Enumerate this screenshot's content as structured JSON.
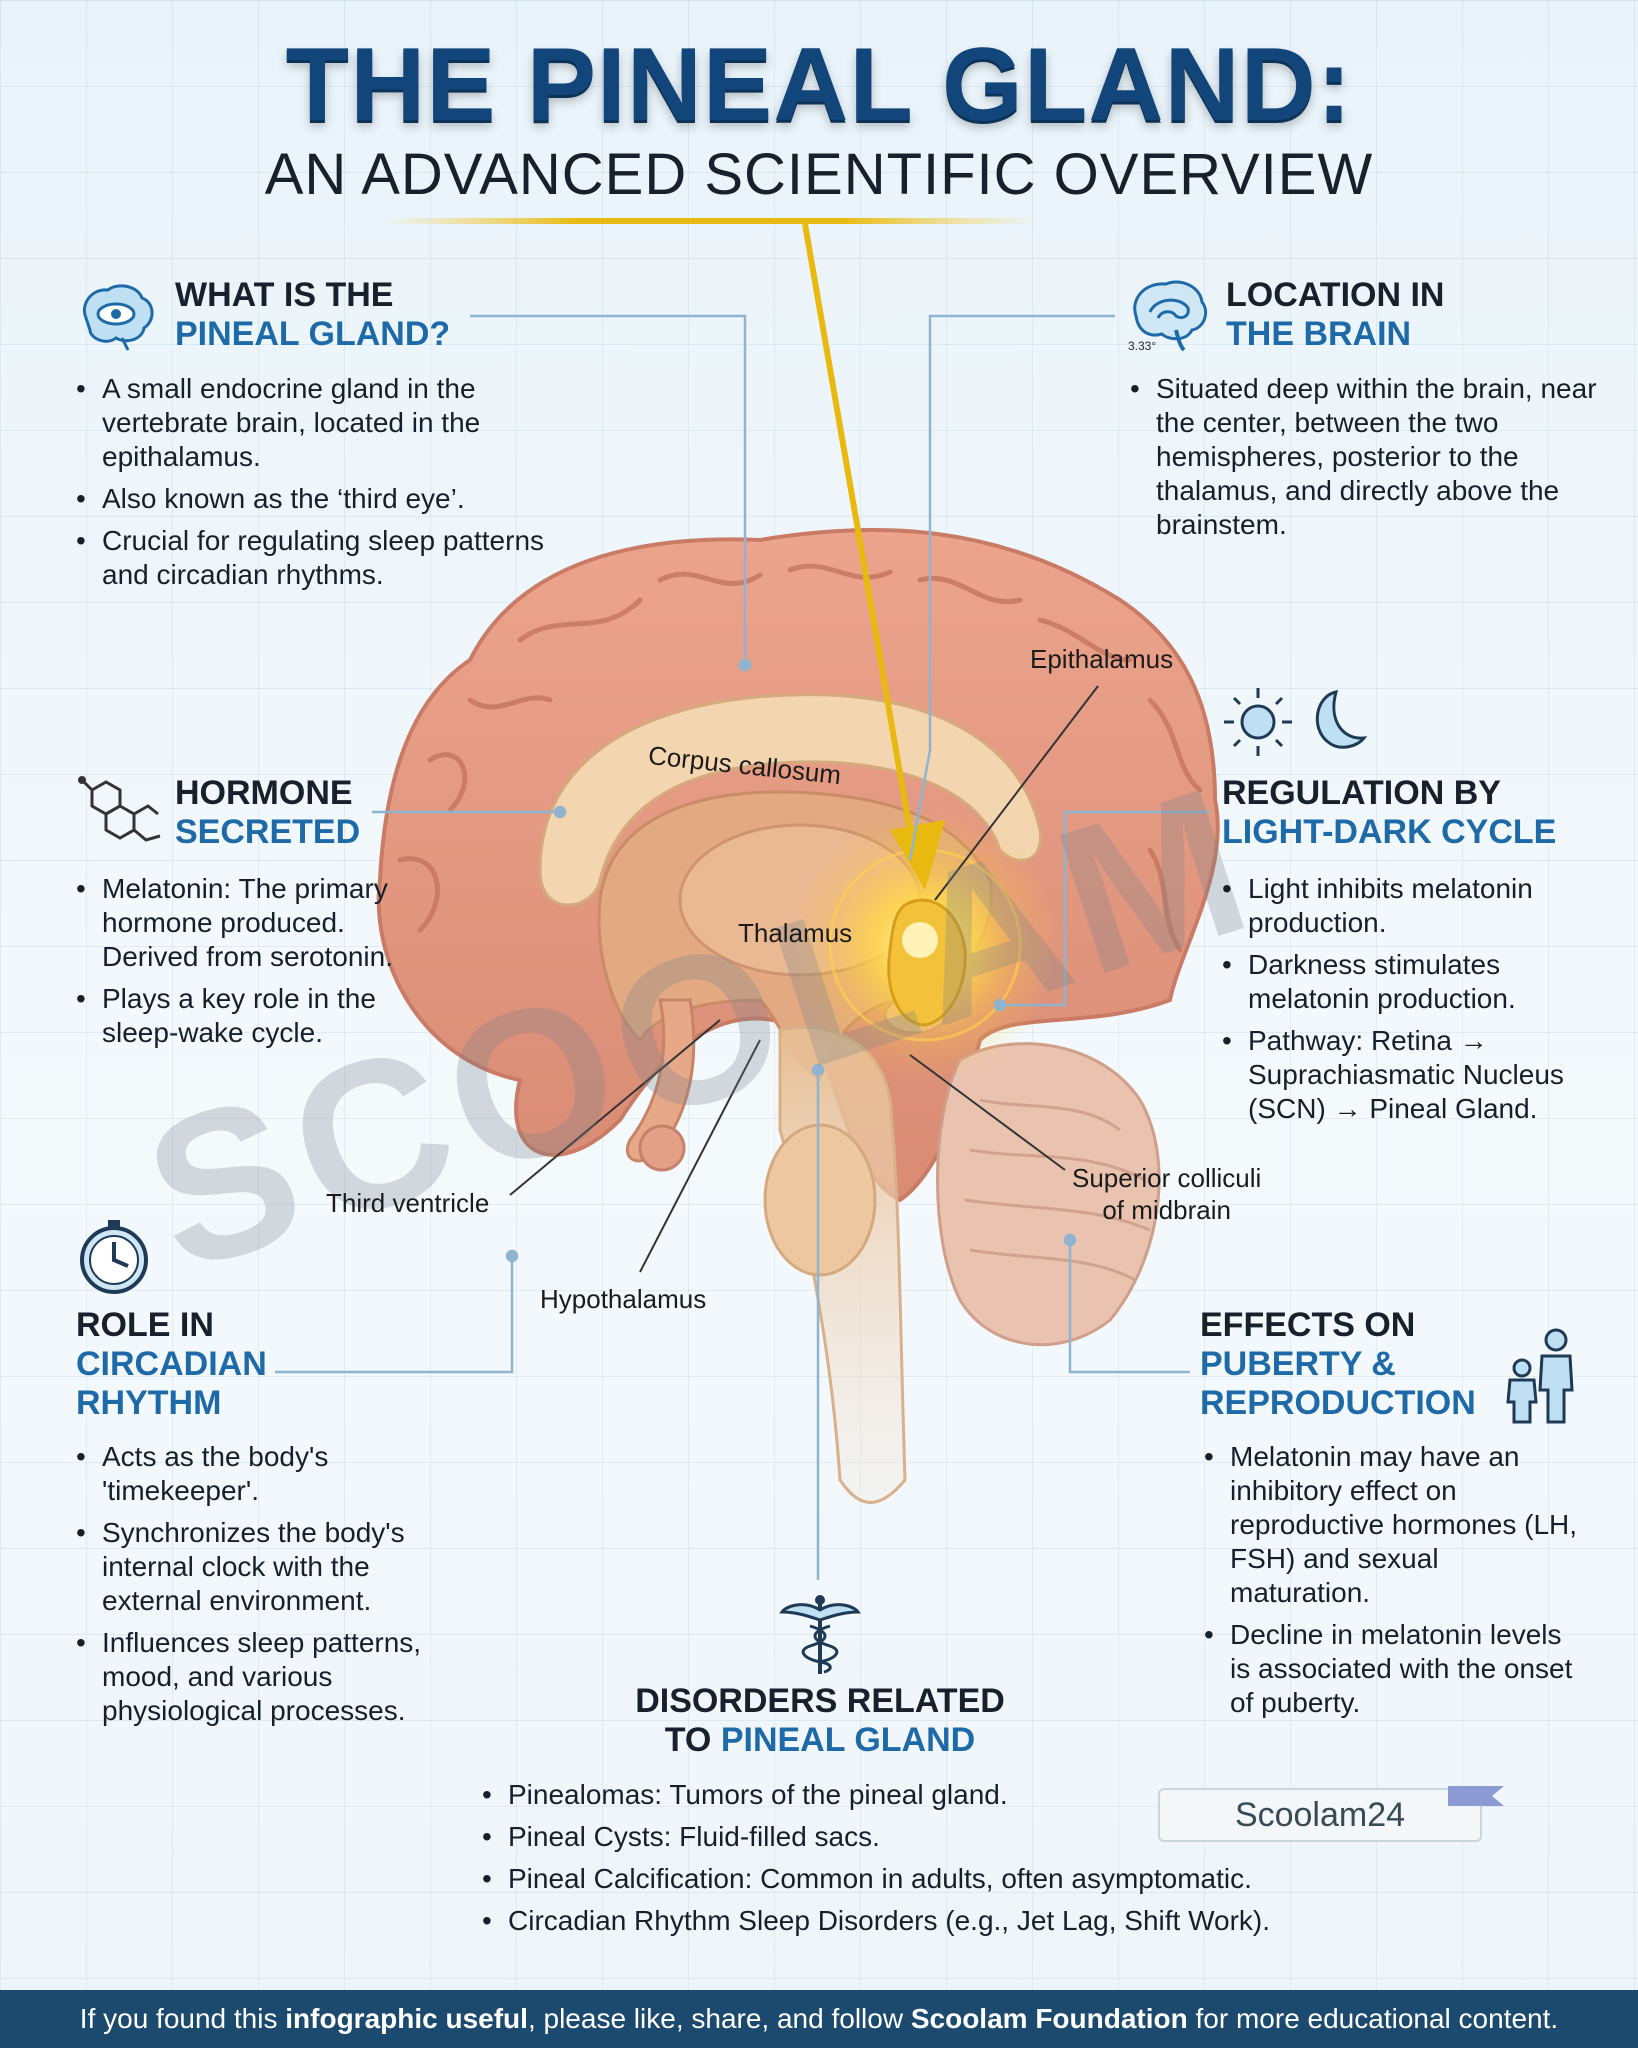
{
  "title": "THE PINEAL GLAND:",
  "subtitle": "AN ADVANCED SCIENTIFIC OVERVIEW",
  "sections": {
    "what": {
      "head_dark": "WHAT IS THE",
      "head_blue": "PINEAL GLAND?",
      "items": [
        "A small endocrine gland in the vertebrate brain, located in the epithalamus.",
        "Also known as the ‘third eye’.",
        "Crucial for regulating sleep patterns and circadian rhythms."
      ]
    },
    "location": {
      "head_dark": "LOCATION IN",
      "head_blue": "THE BRAIN",
      "icon_text": "3.33°",
      "items": [
        "Situated deep within the brain, near the center, between the two hemispheres, posterior to the thalamus, and directly above the brainstem."
      ]
    },
    "hormone": {
      "head_dark": "HORMONE",
      "head_blue": "SECRETED",
      "items": [
        "Melatonin: The primary hormone produced. Derived from serotonin.",
        "Plays a key role in the sleep-wake cycle."
      ]
    },
    "regulation": {
      "head_dark": "REGULATION BY",
      "head_blue": "LIGHT-DARK CYCLE",
      "items": [
        "Light inhibits melatonin production.",
        "Darkness stimulates melatonin production.",
        "Pathway: Retina → Suprachiasmatic Nucleus (SCN) → Pineal Gland."
      ]
    },
    "circadian": {
      "head_dark": "ROLE IN",
      "head_blue1": "CIRCADIAN",
      "head_blue2": "RHYTHM",
      "items": [
        "Acts as the body's 'timekeeper'.",
        "Synchronizes the body's internal clock with the external environment.",
        "Influences sleep patterns, mood, and various physiological processes."
      ]
    },
    "puberty": {
      "head_dark": "EFFECTS ON",
      "head_blue1": "PUBERTY &",
      "head_blue2": "REPRODUCTION",
      "items": [
        "Melatonin may have an inhibitory effect on reproductive hormones (LH, FSH) and sexual maturation.",
        "Decline in melatonin levels is associated with the onset of puberty."
      ]
    },
    "disorders": {
      "head_dark": "DISORDERS RELATED",
      "head_dark2": "TO",
      "head_blue": "PINEAL GLAND",
      "items": [
        "Pinealomas: Tumors of the pineal gland.",
        "Pineal Cysts: Fluid-filled sacs.",
        "Pineal Calcification: Common in adults, often asymptomatic.",
        "Circadian Rhythm Sleep Disorders (e.g., Jet Lag, Shift Work)."
      ]
    }
  },
  "labels": {
    "epithalamus": "Epithalamus",
    "corpus_callosum": "Corpus callosum",
    "thalamus": "Thalamus",
    "third_ventricle": "Third ventricle",
    "hypothalamus": "Hypothalamus",
    "superior_colliculi_1": "Superior colliculi",
    "superior_colliculi_2": "of midbrain"
  },
  "watermark": "SCOOLAM",
  "badge": "Scoolam24",
  "footer": {
    "part1": "If you found this ",
    "bold1": "infographic useful",
    "part2": ", please like, share, and follow ",
    "bold2": "Scoolam Foundation",
    "part3": " for more educational content."
  },
  "colors": {
    "title_blue": "#12467a",
    "accent_blue": "#1e6aa8",
    "gold": "#e8b90e",
    "footer_bg": "#1b4a6e",
    "brain": "#e9a98f"
  }
}
